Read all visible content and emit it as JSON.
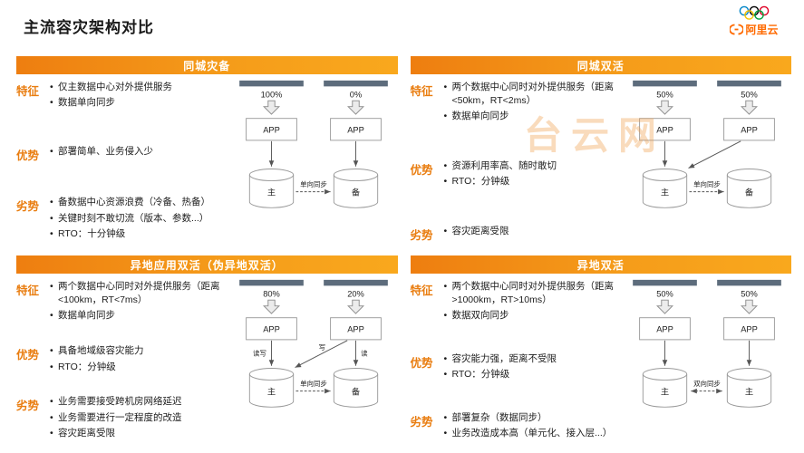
{
  "page": {
    "title": "主流容灾架构对比",
    "watermark": "台云网"
  },
  "logo": {
    "brand": "阿里云"
  },
  "sections": [
    {
      "header": "同城灾备",
      "groups": [
        {
          "label": "特征",
          "items": [
            "仅主数据中心对外提供服务",
            "数据单向同步"
          ]
        },
        {
          "label": "优势",
          "items": [
            "部署简单、业务侵入少"
          ]
        },
        {
          "label": "劣势",
          "items": [
            "备数据中心资源浪费（冷备、热备）",
            "关键时刻不敢切流（版本、参数...）",
            "RTO：十分钟级"
          ]
        }
      ],
      "diagram": {
        "left_percent": "100%",
        "right_percent": "0%",
        "left_app": "APP",
        "right_app": "APP",
        "left_db": "主",
        "right_db": "备",
        "sync": "单向同步"
      }
    },
    {
      "header": "同城双活",
      "groups": [
        {
          "label": "特征",
          "items": [
            "两个数据中心同时对外提供服务（距离<50km，RT<2ms）",
            "数据单向同步"
          ]
        },
        {
          "label": "优势",
          "items": [
            "资源利用率高、随时敢切",
            "RTO：分钟级"
          ]
        },
        {
          "label": "劣势",
          "items": [
            "容灾距离受限"
          ]
        }
      ],
      "diagram": {
        "left_percent": "50%",
        "right_percent": "50%",
        "left_app": "APP",
        "right_app": "APP",
        "left_db": "主",
        "right_db": "备",
        "sync": "单向同步"
      }
    },
    {
      "header": "异地应用双活（伪异地双活）",
      "groups": [
        {
          "label": "特征",
          "items": [
            "两个数据中心同时对外提供服务（距离<100km，RT<7ms）",
            "数据单向同步"
          ]
        },
        {
          "label": "优势",
          "items": [
            "具备地域级容灾能力",
            "RTO：分钟级"
          ]
        },
        {
          "label": "劣势",
          "items": [
            "业务需要接受跨机房网络延迟",
            "业务需要进行一定程度的改造",
            "容灾距离受限"
          ]
        }
      ],
      "diagram": {
        "left_percent": "80%",
        "right_percent": "20%",
        "left_app": "APP",
        "right_app": "APP",
        "left_db": "主",
        "right_db": "备",
        "sync": "单向同步",
        "left_arrow_label": "读写",
        "diag_label": "写",
        "right_arrow_label": "读"
      }
    },
    {
      "header": "异地双活",
      "groups": [
        {
          "label": "特征",
          "items": [
            "两个数据中心同时对外提供服务（距离>1000km，RT>10ms）",
            "数据双向同步"
          ]
        },
        {
          "label": "优势",
          "items": [
            "容灾能力强，距离不受限",
            "RTO：分钟级"
          ]
        },
        {
          "label": "劣势",
          "items": [
            "部署复杂（数据同步）",
            "业务改造成本高（单元化、接入层...）"
          ]
        }
      ],
      "diagram": {
        "left_percent": "50%",
        "right_percent": "50%",
        "left_app": "APP",
        "right_app": "APP",
        "left_db": "主",
        "right_db": "主",
        "sync": "双向同步"
      }
    }
  ]
}
